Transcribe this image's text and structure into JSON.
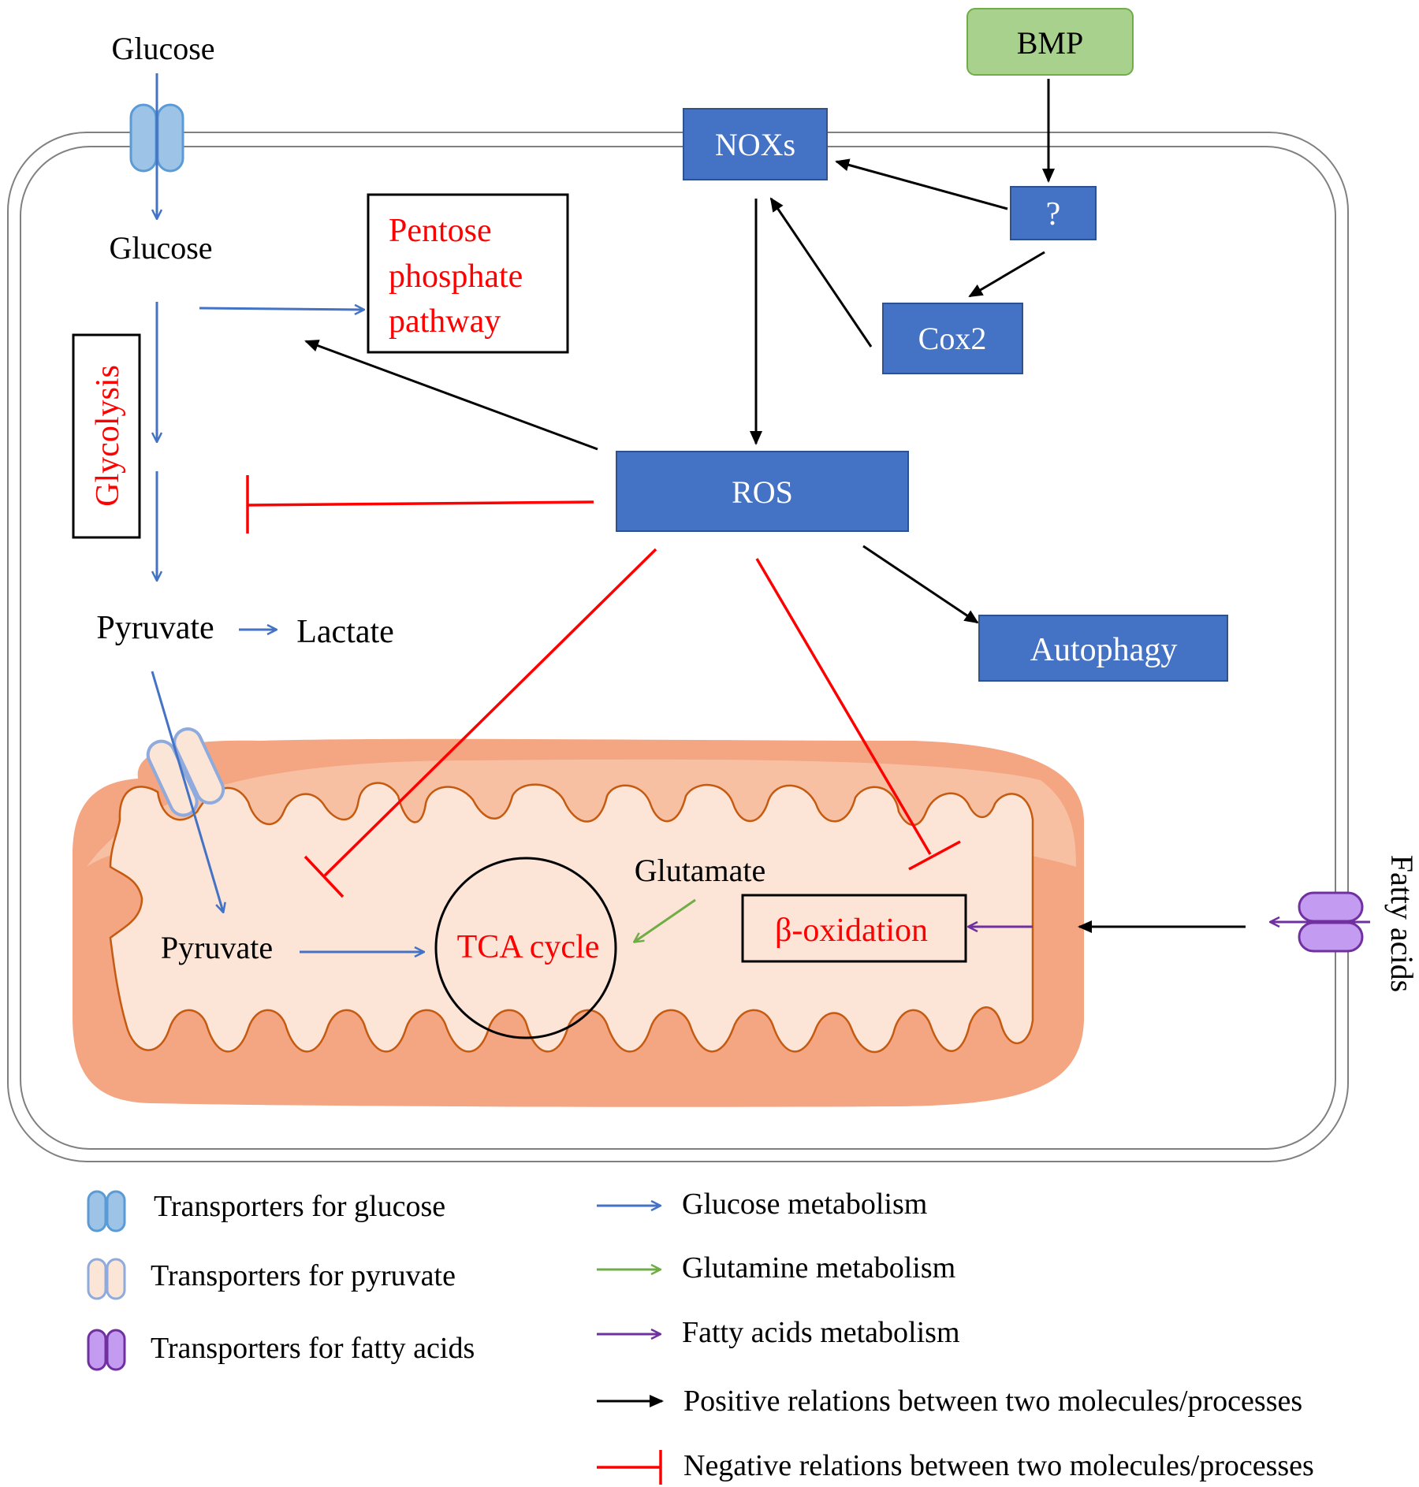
{
  "colors": {
    "glucose_flow": "#4472C4",
    "glutamine_flow": "#70AD47",
    "fatty_acid_flow": "#7030A0",
    "positive": "#000000",
    "negative": "#FF0000",
    "node_fill": "#4472C4",
    "bmp_fill": "#A9D18E",
    "mito_outer": "#F4A582",
    "mito_inner": "#FCE4D6",
    "glucose_transporter": "#9DC3E6",
    "pyruvate_transporter": "#FBE5D6",
    "fatty_acid_transporter": "#C39BF0"
  },
  "outside": {
    "glucose": "Glucose",
    "bmp": "BMP",
    "fatty_acids": "Fatty acids"
  },
  "cytoplasm": {
    "glucose": "Glucose",
    "pentose_phosphate_pathway": [
      "Pentose",
      "phosphate",
      "pathway"
    ],
    "glycolysis": "Glycolysis",
    "pyruvate": "Pyruvate",
    "lactate": "Lactate"
  },
  "nodes": {
    "noxs": "NOXs",
    "unknown": "?",
    "cox2": "Cox2",
    "ros": "ROS",
    "autophagy": "Autophagy"
  },
  "mitochondrion": {
    "pyruvate": "Pyruvate",
    "tca_cycle": "TCA cycle",
    "glutamate": "Glutamate",
    "beta_oxidation": "β-oxidation"
  },
  "legend": {
    "transporters": [
      {
        "icon": "glucose-transporter-icon",
        "label": "Transporters for glucose"
      },
      {
        "icon": "pyruvate-transporter-icon",
        "label": "Transporters for pyruvate"
      },
      {
        "icon": "fatty-acid-transporter-icon",
        "label": "Transporters for fatty acids"
      }
    ],
    "arrows": [
      {
        "icon": "blue-arrow-icon",
        "label": "Glucose metabolism"
      },
      {
        "icon": "green-arrow-icon",
        "label": "Glutamine metabolism"
      },
      {
        "icon": "purple-arrow-icon",
        "label": "Fatty acids metabolism"
      },
      {
        "icon": "black-arrow-icon",
        "label": "Positive relations between two molecules/processes"
      },
      {
        "icon": "red-inhibitor-icon",
        "label": "Negative relations between two molecules/processes"
      }
    ]
  }
}
